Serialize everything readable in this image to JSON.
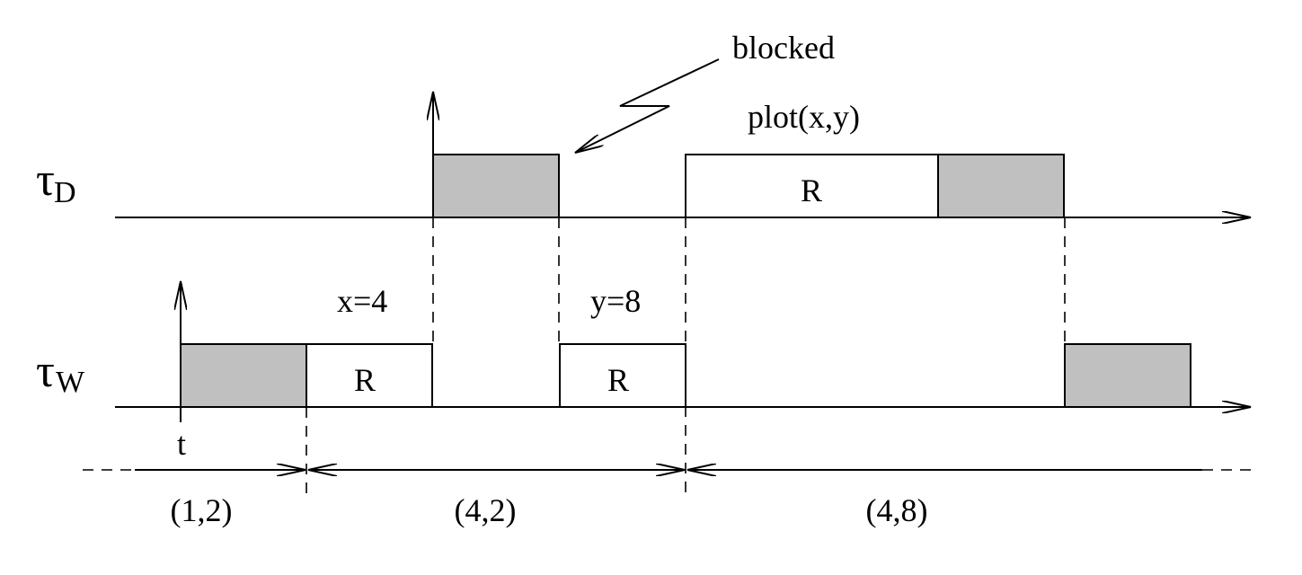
{
  "labels": {
    "blocked": "blocked",
    "plot": "plot(x,y)",
    "tau_symbol": "τ",
    "tau_d_sub": "D",
    "tau_w_sub": "W",
    "x_assign": "x=4",
    "y_assign": "y=8",
    "t": "t",
    "box_r": "R",
    "period_1": "(1,2)",
    "period_2": "(4,2)",
    "period_3": "(4,8)"
  },
  "colors": {
    "busy_fill": "#c0c0c0",
    "read_fill": "#ffffff",
    "line": "#000000"
  }
}
